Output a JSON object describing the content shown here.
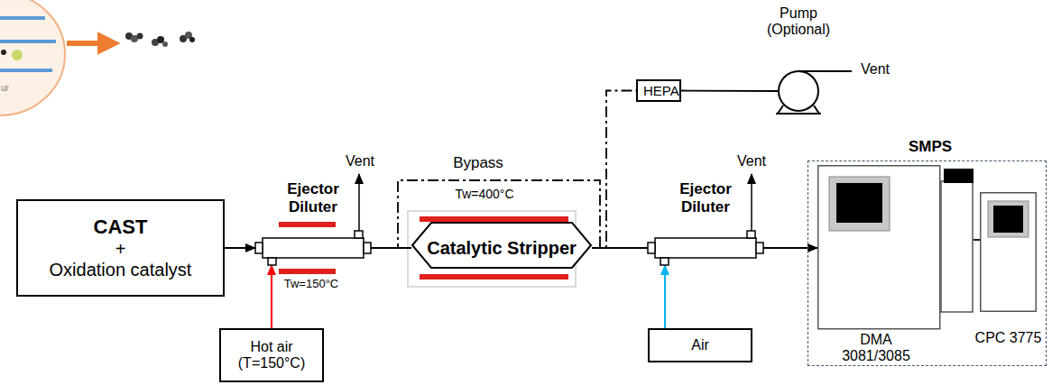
{
  "diagram": {
    "nodes": [
      {
        "text": [
          "CAST",
          "+",
          "Oxidation catalyst"
        ]
      },
      {
        "text": [
          "Ejector Diluter",
          "Tw=150°C"
        ]
      },
      {
        "text": [
          "Hot air (T=150°C)"
        ]
      },
      {
        "text": [
          "Tw=400°C",
          "Catalytic Stripper"
        ]
      },
      {
        "text": [
          "HEPA"
        ]
      },
      {
        "text": [
          "Pump (Optional)"
        ]
      },
      {
        "text": [
          "Ejector Diluter"
        ]
      },
      {
        "text": [
          "Air"
        ]
      },
      {
        "text": [
          "SMPS"
        ]
      },
      {
        "text": [
          "DMA 3081/3085"
        ],
        "in": 8
      },
      {
        "text": [
          "CPC 3775"
        ],
        "in": 8
      }
    ],
    "edges": [
      {
        "from": 0,
        "to": 1,
        "arrow": "to"
      },
      {
        "from": 2,
        "to": 1,
        "arrow": "to"
      },
      {
        "from": 1,
        "to": 3,
        "arrow": "none"
      },
      {
        "from": 1,
        "to": 6,
        "arrow": "none",
        "label": "Bypass"
      },
      {
        "from": 3,
        "to": 6,
        "arrow": "none"
      },
      {
        "from": 3,
        "to": 4,
        "arrow": "none"
      },
      {
        "from": 4,
        "to": 5,
        "arrow": "none"
      },
      {
        "from": 7,
        "to": 6,
        "arrow": "to"
      },
      {
        "from": 6,
        "to": 9,
        "arrow": "to"
      },
      {
        "from": 9,
        "to": 10,
        "arrow": "none"
      }
    ],
    "labels": [
      "ur",
      "Vent",
      "Vent",
      "Vent"
    ]
  }
}
